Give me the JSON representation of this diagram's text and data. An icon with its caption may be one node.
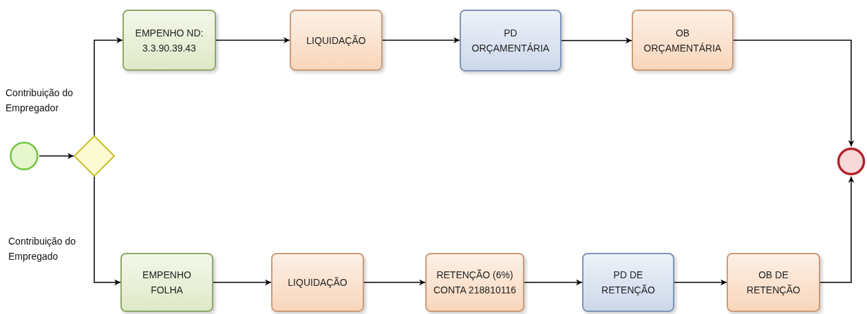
{
  "diagram": {
    "nodes": [
      {
        "text": [],
        "shape": "circle"
      },
      {
        "text": [],
        "shape": "diamond"
      },
      {
        "text": [
          "EMPENHO ND: 3.3.90.39.43"
        ]
      },
      {
        "text": [
          "LIQUIDAÇÃO"
        ]
      },
      {
        "text": [
          "PD ORÇAMENTÁRIA"
        ]
      },
      {
        "text": [
          "OB ORÇAMENTÁRIA"
        ]
      },
      {
        "text": [
          "EMPENHO FOLHA"
        ]
      },
      {
        "text": [
          "LIQUIDAÇÃO"
        ]
      },
      {
        "text": [
          "RETENÇÃO (6%) CONTA 218810116"
        ]
      },
      {
        "text": [
          "PD DE RETENÇÃO"
        ]
      },
      {
        "text": [
          "OB DE RETENÇÃO"
        ]
      },
      {
        "text": [],
        "shape": "circle"
      }
    ],
    "edges": [
      {
        "from": 0,
        "to": 1,
        "arrow": "to"
      },
      {
        "from": 1,
        "to": 2,
        "arrow": "to",
        "label": "Contribuição do Empregador"
      },
      {
        "from": 2,
        "to": 3,
        "arrow": "to"
      },
      {
        "from": 3,
        "to": 4,
        "arrow": "to"
      },
      {
        "from": 4,
        "to": 5,
        "arrow": "to"
      },
      {
        "from": 5,
        "to": 11,
        "arrow": "to"
      },
      {
        "from": 1,
        "to": 6,
        "arrow": "to",
        "label": "Contribuição do Empregado"
      },
      {
        "from": 6,
        "to": 7,
        "arrow": "to"
      },
      {
        "from": 7,
        "to": 8,
        "arrow": "to"
      },
      {
        "from": 8,
        "to": 9,
        "arrow": "to"
      },
      {
        "from": 9,
        "to": 10,
        "arrow": "to"
      },
      {
        "from": 10,
        "to": 11,
        "arrow": "to"
      }
    ]
  }
}
